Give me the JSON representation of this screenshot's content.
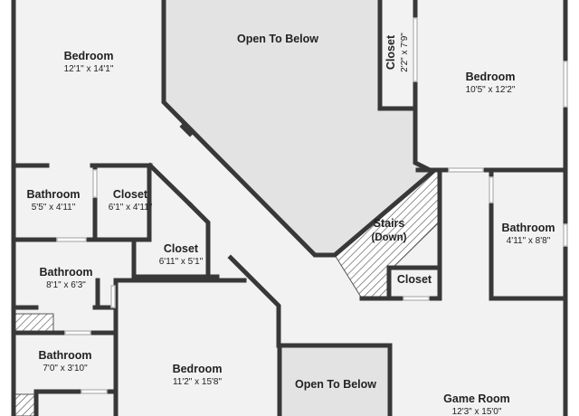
{
  "colors": {
    "background": "#ffffff",
    "floor": "#f2f2f2",
    "open_to_below": "#e3e3e3",
    "wall": "#383838"
  },
  "rooms": [
    {
      "id": "bedroom-1",
      "name": "Bedroom",
      "dims": "12'1\" x 14'1\""
    },
    {
      "id": "open-to-below-1",
      "name": "Open To Below",
      "dims": ""
    },
    {
      "id": "closet-vertical",
      "name": "Closet",
      "dims": "2'2\" x 7'9\""
    },
    {
      "id": "bedroom-2",
      "name": "Bedroom",
      "dims": "10'5\" x 12'2\""
    },
    {
      "id": "bathroom-1",
      "name": "Bathroom",
      "dims": "5'5\" x 4'11\""
    },
    {
      "id": "closet-1",
      "name": "Closet",
      "dims": "6'1\" x 4'11\""
    },
    {
      "id": "closet-2",
      "name": "Closet",
      "dims": "6'11\" x 5'1\""
    },
    {
      "id": "stairs",
      "name": "Stairs",
      "dims": "(Down)"
    },
    {
      "id": "bathroom-2",
      "name": "Bathroom",
      "dims": "4'11\" x 8'8\""
    },
    {
      "id": "bathroom-3",
      "name": "Bathroom",
      "dims": "8'1\" x 6'3\""
    },
    {
      "id": "closet-3",
      "name": "Closet",
      "dims": ""
    },
    {
      "id": "bathroom-4",
      "name": "Bathroom",
      "dims": "7'0\" x 3'10\""
    },
    {
      "id": "bedroom-3",
      "name": "Bedroom",
      "dims": "11'2\" x 15'8\""
    },
    {
      "id": "open-to-below-2",
      "name": "Open To Below",
      "dims": ""
    },
    {
      "id": "game-room",
      "name": "Game Room",
      "dims": "12'3\" x 15'0\""
    }
  ]
}
